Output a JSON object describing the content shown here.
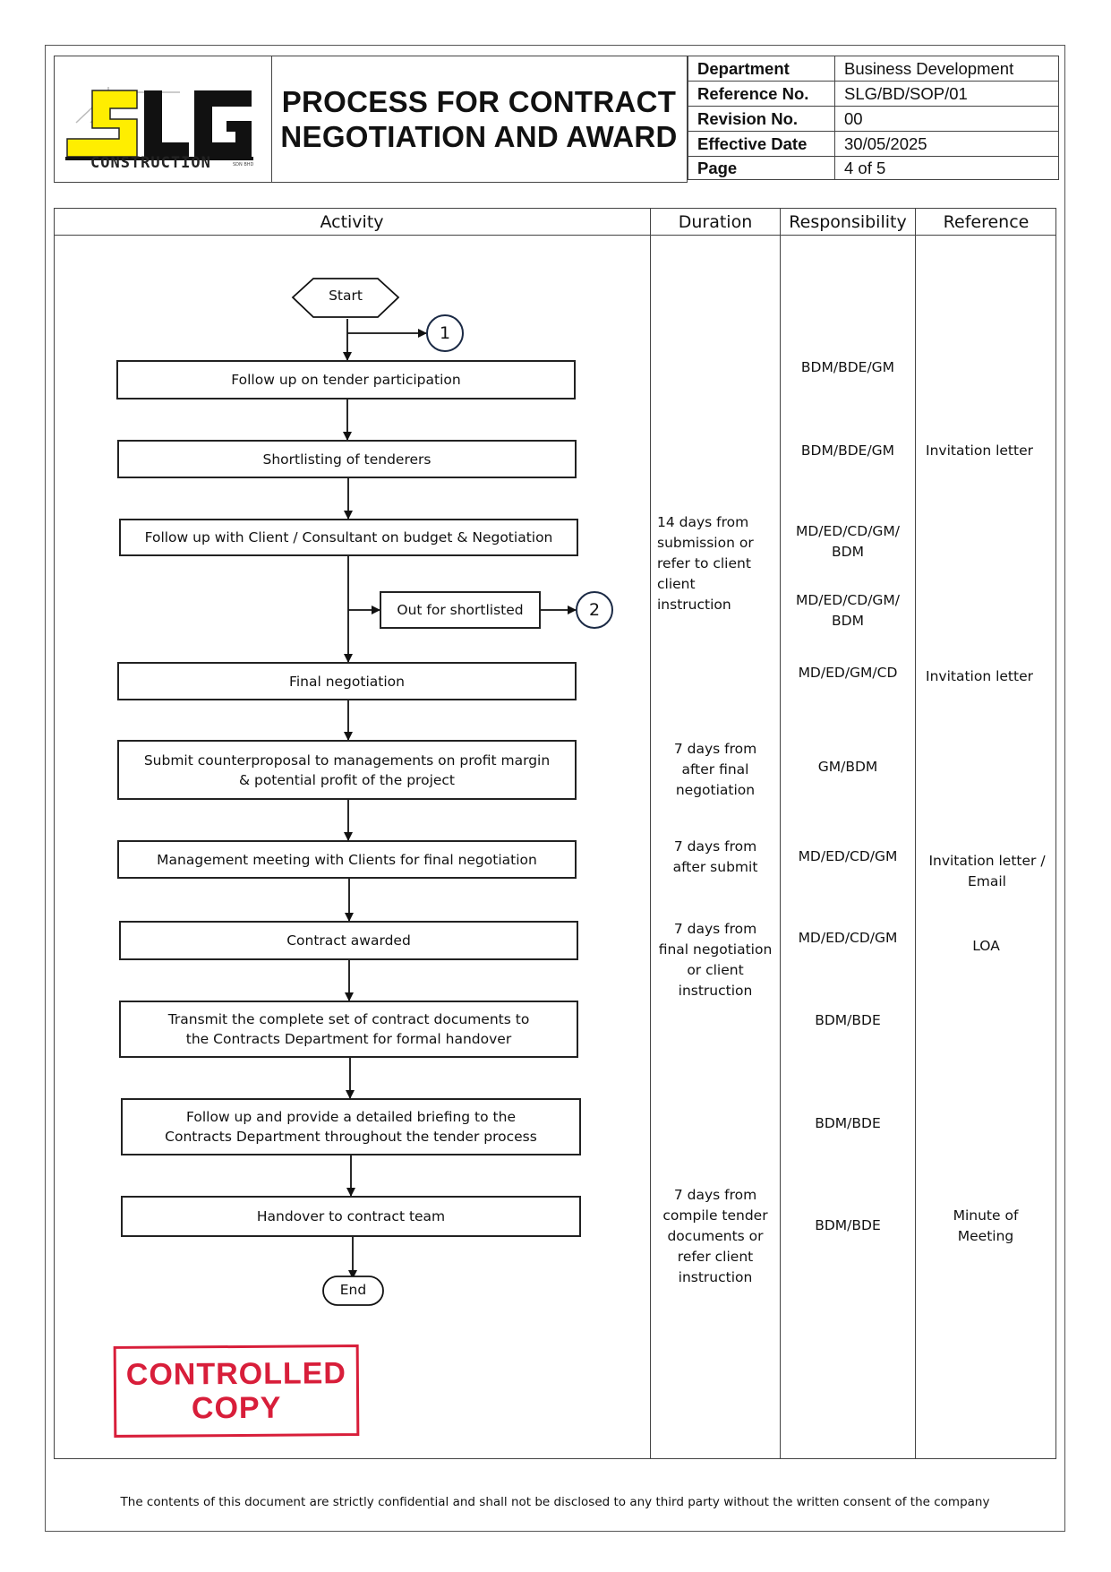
{
  "header": {
    "logo_text": "SLG",
    "logo_subtext": "CONSTRUCTION",
    "logo_reg": "SDN BHD",
    "title_line1": "PROCESS FOR CONTRACT",
    "title_line2": "NEGOTIATION AND AWARD",
    "meta": [
      {
        "key": "Department",
        "value": "Business Development"
      },
      {
        "key": "Reference No.",
        "value": "SLG/BD/SOP/01"
      },
      {
        "key": "Revision No.",
        "value": "00"
      },
      {
        "key": "Effective Date",
        "value": "30/05/2025"
      },
      {
        "key": "Page",
        "value": "4 of 5"
      }
    ]
  },
  "columns": [
    "Activity",
    "Duration",
    "Responsibility",
    "Reference"
  ],
  "flow": {
    "start": "Start",
    "end": "End",
    "connector1": "1",
    "connector2": "2",
    "steps": [
      "Follow up on tender participation",
      "Shortlisting of tenderers",
      "Follow up with Client / Consultant on budget & Negotiation",
      "Final negotiation",
      "Submit counterproposal to managements on profit margin & potential profit of the project",
      "Management meeting with Clients for final negotiation",
      "Contract awarded",
      "Transmit the complete set of contract documents to the Contracts Department for formal handover",
      "Follow up and provide a detailed briefing to the Contracts Department throughout the tender process",
      "Handover to contract team"
    ],
    "side_step": "Out for shortlisted"
  },
  "duration": [
    "14 days from submission or refer to client client instruction",
    "7 days from after final negotiation",
    "7 days from after submit",
    "7 days from final negotiation or client instruction",
    "7 days from compile tender documents or refer client instruction"
  ],
  "responsibility": [
    "BDM/BDE/GM",
    "BDM/BDE/GM",
    "MD/ED/CD/GM/ BDM",
    "MD/ED/CD/GM/ BDM",
    "MD/ED/GM/CD",
    "GM/BDM",
    "MD/ED/CD/GM",
    "MD/ED/CD/GM",
    "BDM/BDE",
    "BDM/BDE",
    "BDM/BDE"
  ],
  "reference": [
    "Invitation letter",
    "Invitation letter",
    "Invitation letter / Email",
    "LOA",
    "Minute of Meeting"
  ],
  "stamp": {
    "line1": "CONTROLLED",
    "line2": "COPY"
  },
  "footer": "The contents of this document are strictly confidential and shall not be disclosed to any third party without the written consent of the company",
  "colors": {
    "logo_yellow": "#ffee00",
    "stamp_red": "#d81e3a"
  }
}
